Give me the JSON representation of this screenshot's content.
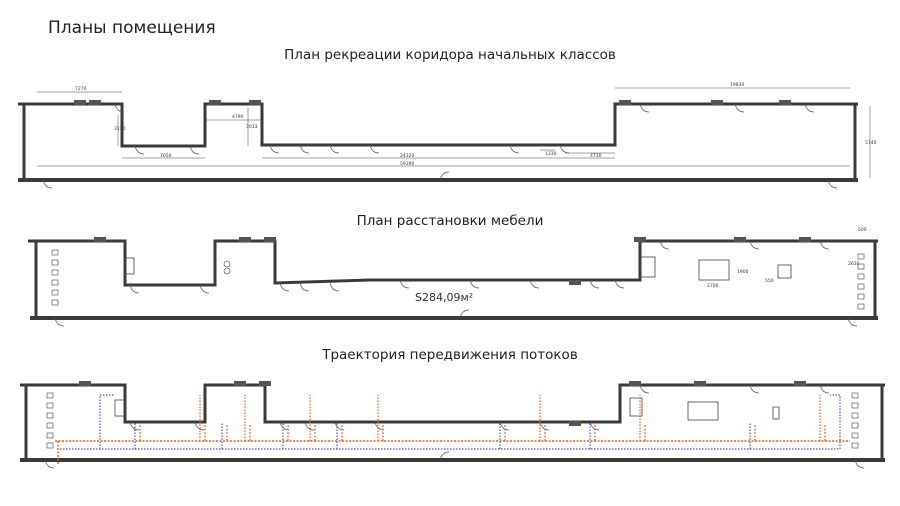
{
  "page_title": "Планы помещения",
  "plans": [
    {
      "title": "План рекреации коридора начальных классов",
      "dimensions": [
        "7270",
        "3130",
        "7050",
        "4790",
        "3013",
        "24320",
        "59390",
        "1330",
        "4730",
        "19830",
        "5740"
      ]
    },
    {
      "title": "План расстановки мебели",
      "area_label": "S284,09м²",
      "dimensions": [
        "2700",
        "1900",
        "550",
        "500",
        "2630"
      ]
    },
    {
      "title": "Траектория передвижения потоков"
    }
  ],
  "colors": {
    "wall": "#3a3a3a",
    "flow_out": "#e8622a",
    "flow_in": "#4a5bd0"
  }
}
